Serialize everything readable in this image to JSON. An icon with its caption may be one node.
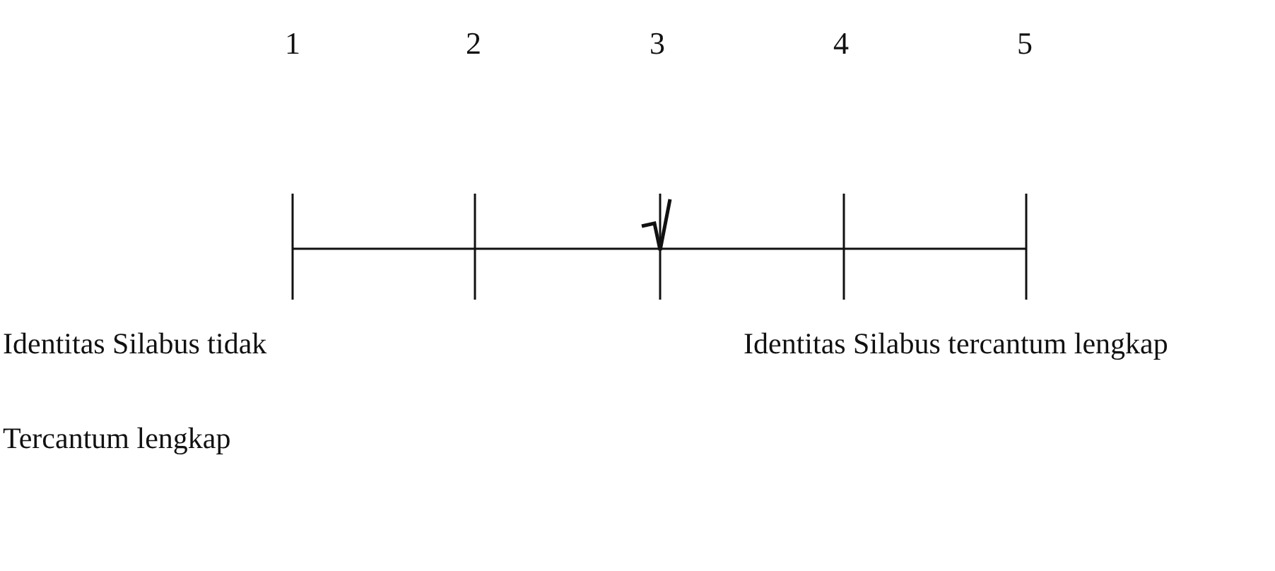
{
  "diagram": {
    "labels": [
      "1",
      "2",
      "3",
      "4",
      "5",
      "Identitas Silabus tidak Tercantum lengkap",
      "Identitas Silabus tercantum lengkap"
    ]
  }
}
